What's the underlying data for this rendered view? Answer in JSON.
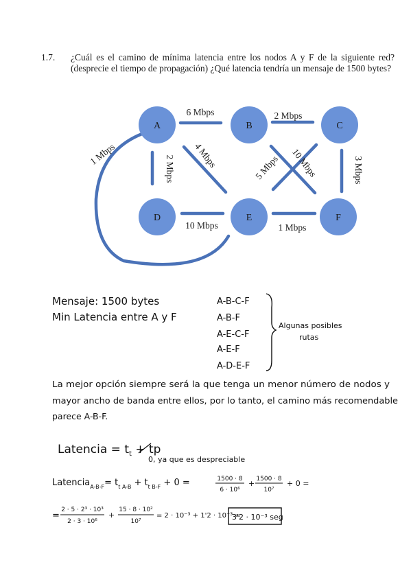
{
  "question": {
    "number": "1.7.",
    "text": "¿Cuál es el camino de mínima latencia entre los nodos A y F de la siguiente red? (desprecie el tiempo de propagación) ¿Qué latencia tendría un mensaje de 1500 bytes?"
  },
  "diagram": {
    "node_color": "#6a92d8",
    "link_color": "#4a72b8",
    "nodes": [
      {
        "id": "A",
        "label": "A"
      },
      {
        "id": "B",
        "label": "B"
      },
      {
        "id": "C",
        "label": "C"
      },
      {
        "id": "D",
        "label": "D"
      },
      {
        "id": "E",
        "label": "E"
      },
      {
        "id": "F",
        "label": "F"
      }
    ],
    "links": [
      {
        "from": "A",
        "to": "B",
        "label": "6 Mbps"
      },
      {
        "from": "B",
        "to": "C",
        "label": "2 Mbps"
      },
      {
        "from": "A",
        "to": "D",
        "label": "2 Mbps"
      },
      {
        "from": "A",
        "to": "E",
        "label": "4 Mbps"
      },
      {
        "from": "B",
        "to": "F",
        "label": "10 Mbps"
      },
      {
        "from": "C",
        "to": "E",
        "label": "5 Mbps"
      },
      {
        "from": "C",
        "to": "F",
        "label": "3 Mbps"
      },
      {
        "from": "D",
        "to": "E",
        "label": "10 Mbps"
      },
      {
        "from": "E",
        "to": "F",
        "label": "1 Mbps"
      },
      {
        "from": "A",
        "to": "E",
        "label": "1 Mbps"
      }
    ]
  },
  "solution": {
    "mensaje": "Mensaje: 1500 bytes",
    "min_latencia": "Min Latencia entre A y F",
    "routes": [
      "A-B-C-F",
      "A-B-F",
      "A-E-C-F",
      "A-E-F",
      "A-D-E-F"
    ],
    "routes_note_1": "Algunas posibles",
    "routes_note_2": "rutas",
    "conclusion_1": "La mejor opción siempre será la que tenga un menor número de nodos y",
    "conclusion_2": "mayor ancho de banda entre ellos, por lo tanto, el camino más recomendable",
    "conclusion_3": "parece A-B-F.",
    "formula_lat": "Latencia = t",
    "formula_sub_t": "t",
    "formula_plus": " + ",
    "formula_tp": "tp",
    "formula_note": "0, ya que es despreciable",
    "calc_label": "Latencia",
    "calc_sub": "A-B-F",
    "calc_rhs": "= t",
    "calc_t1_sub": "t A-B",
    "calc_plus_t": " + t",
    "calc_t2_sub": "t B-F",
    "calc_plus0": " + 0 =",
    "frac1_num": "1500 · 8",
    "frac1_den": "6 · 10⁶",
    "frac2_num": "1500 · 8",
    "frac2_den": "10⁷",
    "calc_end": "+ 0 =",
    "final_eq": "=",
    "final_frac1_num": "2 · 5 · 2³ · 10³",
    "final_frac1_den": "2 · 3 · 10⁶",
    "final_frac2_num": "15 · 8 · 10²",
    "final_frac2_den": "10⁷",
    "final_sum": "= 2 · 10⁻³ + 1'2 · 10⁻³ =",
    "result": "3'2 · 10⁻³ seg"
  }
}
